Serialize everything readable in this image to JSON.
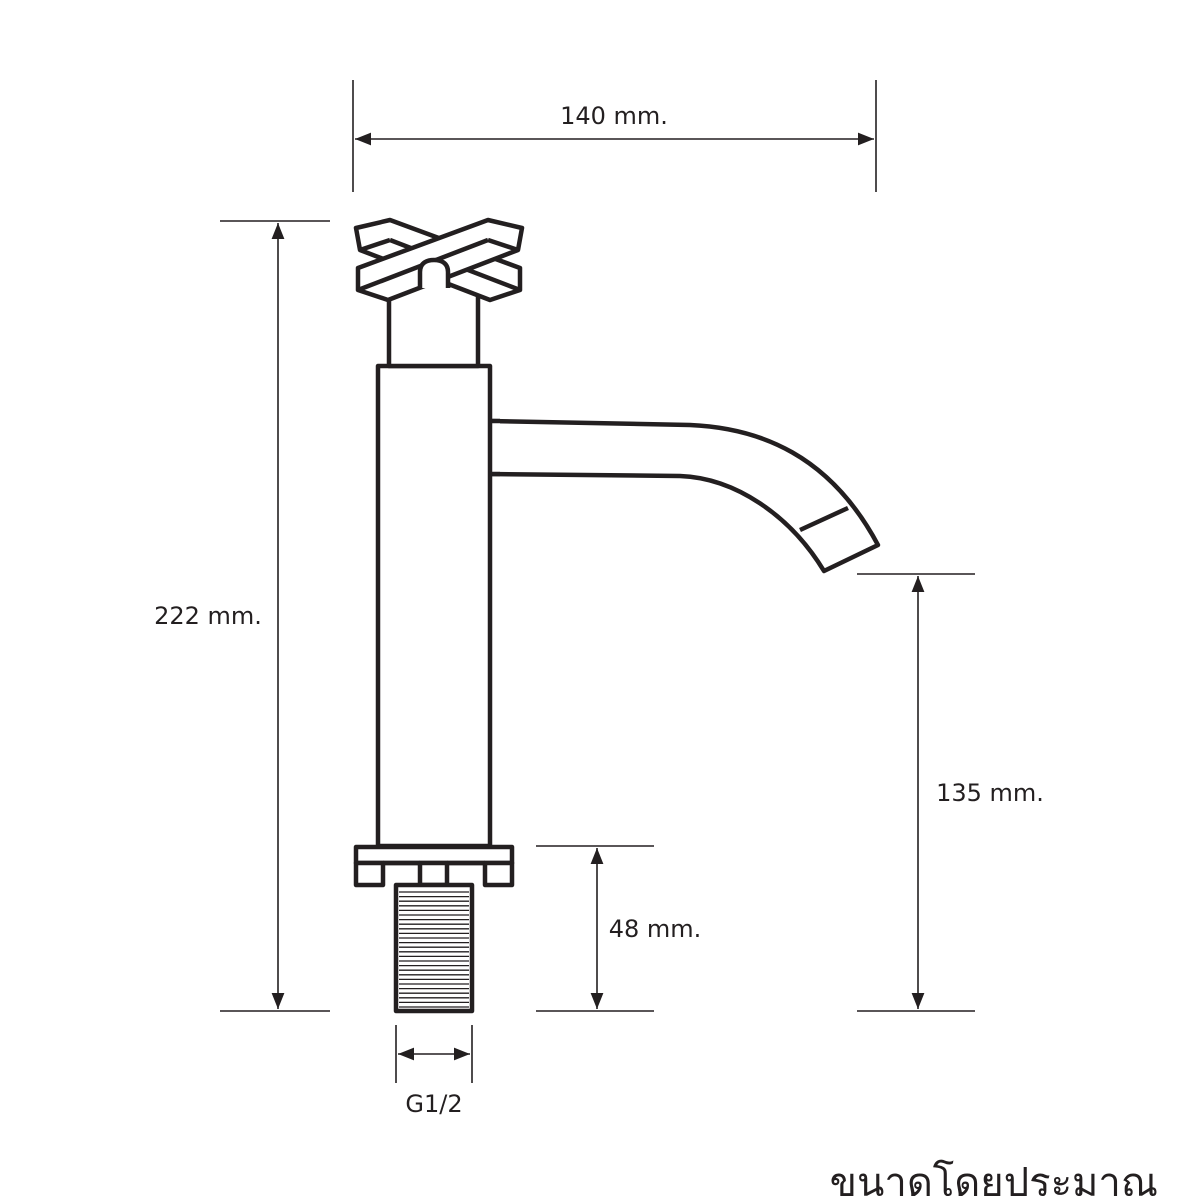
{
  "diagram": {
    "dimensions": {
      "width_label": "140 mm.",
      "height_label": "222 mm.",
      "spout_height_label": "135 mm.",
      "shank_length_label": "48 mm.",
      "thread_label": "G1/2"
    },
    "note": "ขนาดโดยประมาณ",
    "colors": {
      "stroke": "#231f20",
      "background": "#ffffff"
    }
  }
}
